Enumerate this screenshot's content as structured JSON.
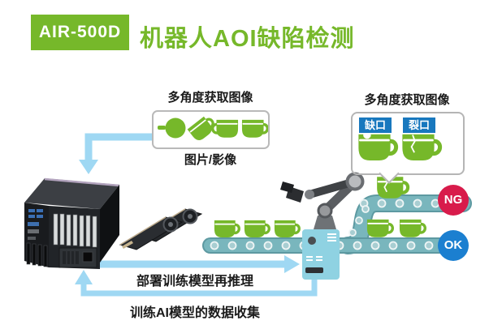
{
  "header": {
    "badge": "AIR-500D",
    "title": "机器人AOI缺陷检测"
  },
  "capture_left": {
    "label": "多角度获取图像",
    "caption": "图片/影像"
  },
  "capture_right": {
    "label": "多角度获取图像",
    "defects": [
      {
        "label": "缺口"
      },
      {
        "label": "裂口"
      }
    ]
  },
  "flows": {
    "deploy": "部署训练模型再推理",
    "collect": "训练AI模型的数据收集"
  },
  "results": {
    "ng": "NG",
    "ok": "OK"
  },
  "colors": {
    "brand_green": "#76b82a",
    "arrow_blue": "#9fd8f3",
    "belt_teal": "#79b6bd",
    "belt_border": "#5d99a1",
    "ng_red": "#d81b4b",
    "ok_blue": "#1b7fd0",
    "defect_label_blue": "#1878be",
    "device_teal": "#8fd2e2"
  },
  "icons": {
    "cup": "cup-icon",
    "cup_top_view": "cup-top-view-icon",
    "cup_notched": "cup-notched-icon",
    "cup_cracked": "cup-cracked-icon"
  }
}
